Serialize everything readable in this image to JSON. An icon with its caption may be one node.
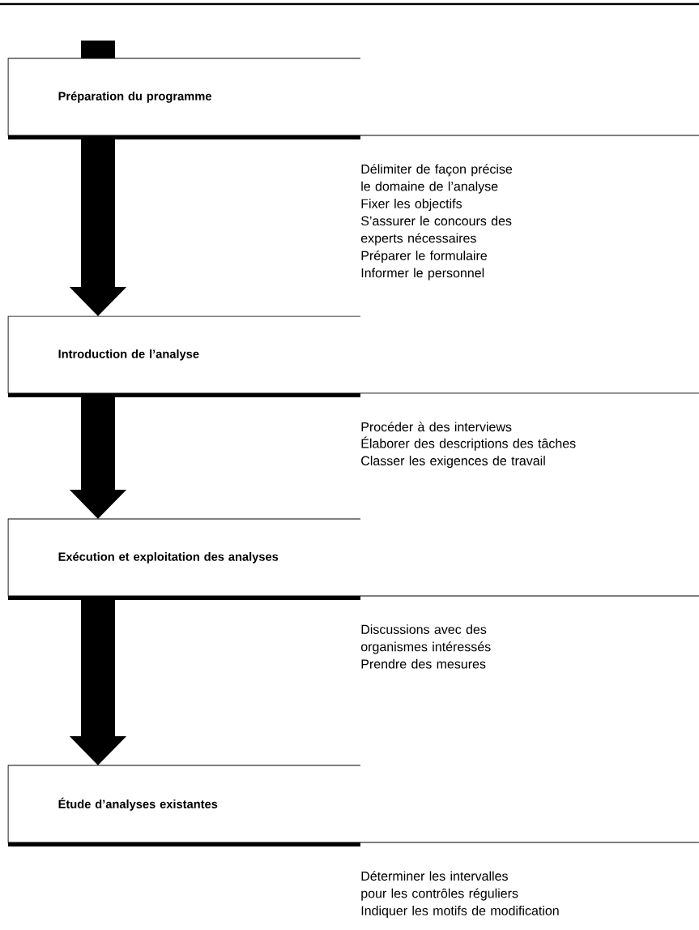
{
  "diagram": {
    "nodes": [
      {
        "text": [
          "Préparation du programme"
        ],
        "beside": [
          "Délimiter de façon précise le domaine de l’analyse",
          "Fixer les objectifs",
          "S’assurer le concours des experts nécessaires",
          "Préparer le formulaire",
          "Informer le personnel"
        ]
      },
      {
        "text": [
          "Introduction de l’analyse"
        ],
        "beside": [
          "Procéder à des interviews",
          "Élaborer des descriptions des tâches",
          "Classer les exigences de travail"
        ]
      },
      {
        "text": [
          "Exécution et exploitation des analyses"
        ],
        "beside": [
          "Discussions avec des organismes intéressés",
          "Prendre des mesures"
        ]
      },
      {
        "text": [
          "Étude d’analyses existantes"
        ],
        "beside": [
          "Déterminer les intervalles pour les contrôles réguliers",
          "Indiquer les motifs de modification"
        ]
      }
    ],
    "edges": [
      {
        "from": null,
        "to": 0,
        "arrow": "none"
      },
      {
        "from": 0,
        "to": 1,
        "arrow": "to"
      },
      {
        "from": 1,
        "to": 2,
        "arrow": "to"
      },
      {
        "from": 2,
        "to": 3,
        "arrow": "to"
      }
    ]
  }
}
